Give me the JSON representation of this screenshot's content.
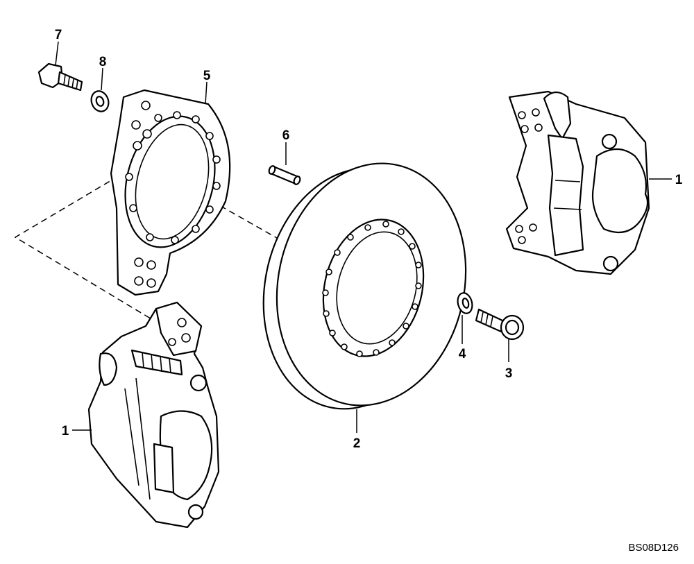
{
  "diagram": {
    "drawing_code": "BS08D126",
    "callouts": [
      {
        "id": "label-1-right",
        "text": "1"
      },
      {
        "id": "label-1-left",
        "text": "1"
      },
      {
        "id": "label-2",
        "text": "2"
      },
      {
        "id": "label-3",
        "text": "3"
      },
      {
        "id": "label-4",
        "text": "4"
      },
      {
        "id": "label-5",
        "text": "5"
      },
      {
        "id": "label-6",
        "text": "6"
      },
      {
        "id": "label-7",
        "text": "7"
      },
      {
        "id": "label-8",
        "text": "8"
      }
    ]
  }
}
